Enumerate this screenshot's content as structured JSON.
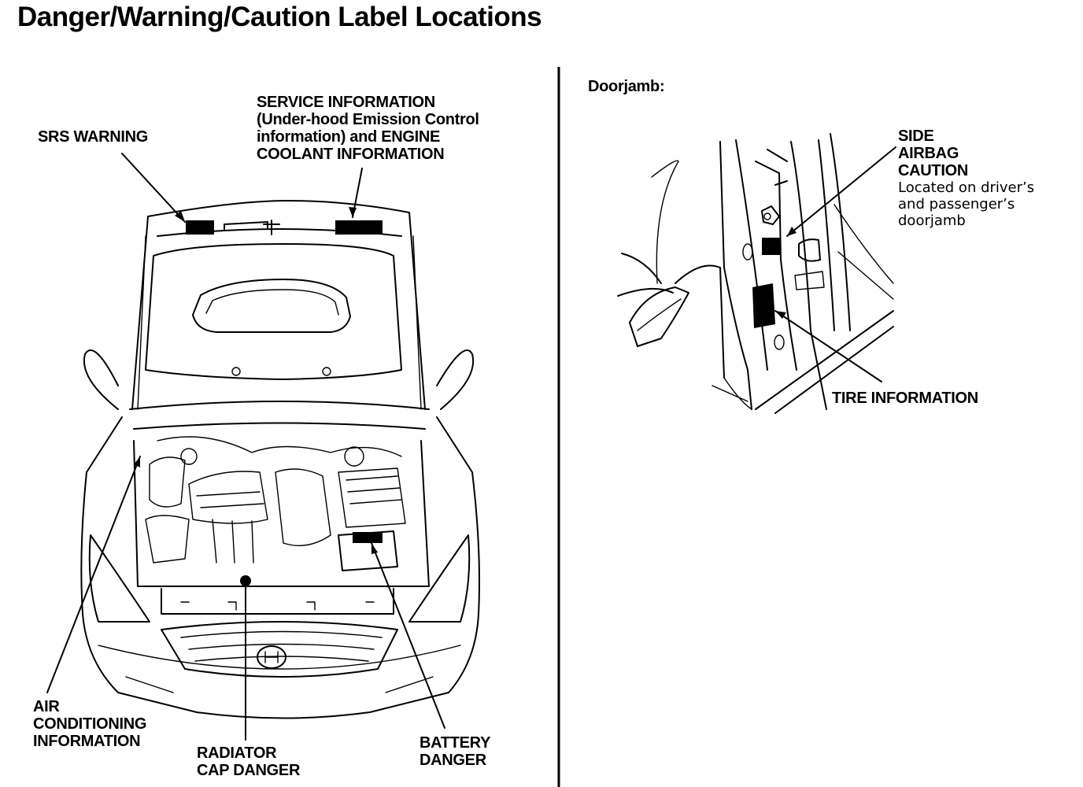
{
  "title": "Danger/Warning/Caution Label Locations",
  "doorjamb_heading": "Doorjamb:",
  "labels": {
    "srs_warning": "SRS WARNING",
    "service_info": [
      "SERVICE INFORMATION",
      "(Under-hood Emission Control",
      "information) and ENGINE",
      "COOLANT INFORMATION"
    ],
    "air_conditioning": [
      "AIR",
      "CONDITIONING",
      "INFORMATION"
    ],
    "radiator_cap": [
      "RADIATOR",
      "CAP DANGER"
    ],
    "battery": [
      "BATTERY",
      "DANGER"
    ],
    "side_airbag": [
      "SIDE",
      "AIRBAG",
      "CAUTION"
    ],
    "side_airbag_note": [
      "Located on driver’s",
      "and passenger’s",
      "doorjamb"
    ],
    "tire_info": "TIRE INFORMATION"
  }
}
